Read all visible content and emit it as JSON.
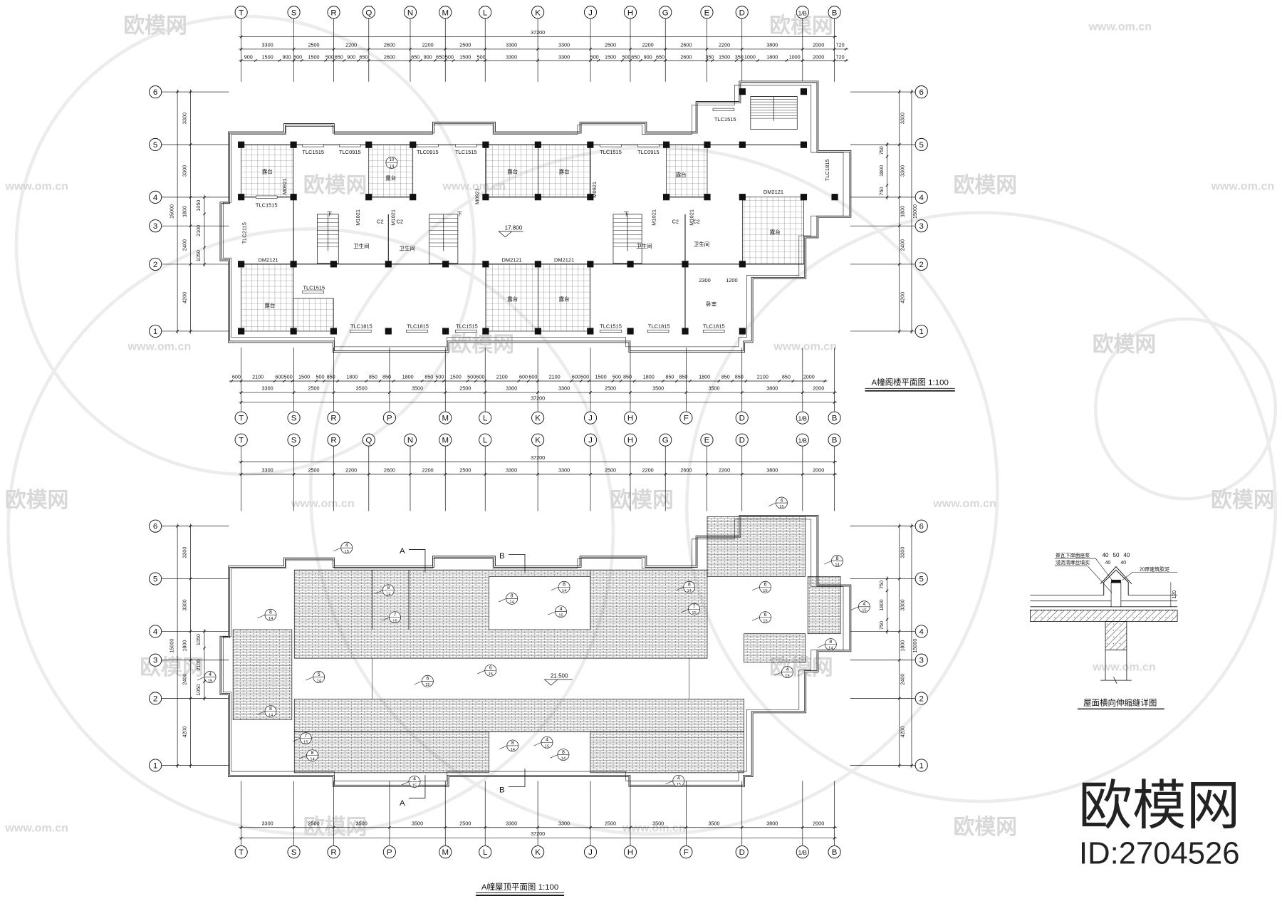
{
  "attic_plan": {
    "title": "A幢阁楼平面图 1:100",
    "elevation": "17.800",
    "labels": [
      "TLC1515",
      "TLC0915",
      "TLC0915",
      "TLC1515",
      "TLC1515",
      "TLC0915",
      "TLC1515",
      "TLC1815",
      "TLC1515",
      "TLC2115",
      "DM2121",
      "DM2121",
      "DM2121",
      "DM2121",
      "TLC1515",
      "TLC1815",
      "TLC1815",
      "TLC1515",
      "TLC1515",
      "TLC1815",
      "TLC1815",
      "M0921",
      "M0921",
      "M1021",
      "M1021",
      "M1021",
      "M1021",
      "M0921",
      "C2",
      "C2",
      "C2",
      "C2",
      "卫生间",
      "卫生间",
      "卫生间",
      "卫生间",
      "露台",
      "露台",
      "露台",
      "露台",
      "露台",
      "露台",
      "露台",
      "露台",
      "露台",
      "卧室",
      "下",
      "下",
      "下",
      "2300",
      "1200"
    ],
    "callouts": [
      {
        "top": "10",
        "bottom": "14"
      }
    ],
    "dims_top_total": [
      "37200"
    ],
    "dims_top_axis": [
      "3300",
      "2500",
      "2200",
      "2600",
      "2200",
      "2500",
      "3300",
      "3300",
      "2500",
      "2200",
      "2600",
      "2200",
      "3800",
      "2000",
      "720"
    ],
    "dims_top_detail": [
      "900",
      "1500",
      "900",
      "500",
      "1500",
      "500",
      "650",
      "900",
      "650",
      "2600",
      "650",
      "900",
      "650",
      "500",
      "1500",
      "500",
      "3300",
      "3300",
      "500",
      "1500",
      "500",
      "650",
      "900",
      "650",
      "2600",
      "350",
      "1500",
      "350",
      "1000",
      "1800",
      "1000",
      "2000",
      "720"
    ],
    "dims_bottom_detail": [
      "600",
      "2100",
      "600",
      "500",
      "1500",
      "500",
      "850",
      "1800",
      "850",
      "850",
      "1800",
      "850",
      "500",
      "1500",
      "500",
      "600",
      "2100",
      "600",
      "600",
      "2100",
      "600",
      "500",
      "1500",
      "500",
      "850",
      "1800",
      "850",
      "850",
      "1800",
      "850",
      "850",
      "2100",
      "850",
      "2000"
    ],
    "dims_bottom_axis": [
      "3300",
      "2500",
      "3500",
      "3500",
      "2500",
      "3300",
      "3300",
      "2500",
      "3500",
      "3500",
      "3800",
      "2000"
    ],
    "dims_bottom_total": [
      "37200"
    ]
  },
  "roof_plan": {
    "title": "A幢屋顶平面图 1:100",
    "elevation": "21.500",
    "section_marks": [
      "A",
      "A",
      "B",
      "B"
    ],
    "callouts": [
      {
        "top": "4",
        "bottom": "15"
      },
      {
        "top": "8",
        "bottom": "14"
      },
      {
        "top": "4",
        "bottom": "15"
      },
      {
        "top": "8",
        "bottom": "14"
      },
      {
        "top": "5",
        "bottom": "14"
      },
      {
        "top": "8",
        "bottom": "14"
      },
      {
        "top": "7",
        "bottom": "15"
      },
      {
        "top": "6",
        "bottom": "15"
      },
      {
        "top": "6",
        "bottom": "15"
      },
      {
        "top": "8",
        "bottom": "14"
      },
      {
        "top": "8",
        "bottom": "14"
      },
      {
        "top": "4",
        "bottom": "15"
      },
      {
        "top": "8",
        "bottom": "14"
      },
      {
        "top": "7",
        "bottom": "15"
      },
      {
        "top": "6",
        "bottom": "15"
      },
      {
        "top": "6",
        "bottom": "15"
      },
      {
        "top": "8",
        "bottom": "14"
      },
      {
        "top": "4",
        "bottom": "15"
      },
      {
        "top": "8",
        "bottom": "14"
      },
      {
        "top": "4",
        "bottom": "15"
      },
      {
        "top": "7",
        "bottom": "15"
      },
      {
        "top": "8",
        "bottom": "14"
      },
      {
        "top": "8",
        "bottom": "14"
      },
      {
        "top": "4",
        "bottom": "15"
      },
      {
        "top": "8",
        "bottom": "14"
      },
      {
        "top": "4",
        "bottom": "15"
      },
      {
        "top": "4",
        "bottom": "15"
      },
      {
        "top": "4",
        "bottom": "15"
      }
    ],
    "dims_top_total": [
      "37200"
    ],
    "dims_top_axis": [
      "3300",
      "2500",
      "2200",
      "2600",
      "2200",
      "2500",
      "3300",
      "3300",
      "2500",
      "2200",
      "2600",
      "2200",
      "3800",
      "2000"
    ],
    "dims_bottom_axis": [
      "3300",
      "2500",
      "3500",
      "3500",
      "2500",
      "3300",
      "3300",
      "2500",
      "3500",
      "3500",
      "3800",
      "2000"
    ],
    "dims_bottom_total": [
      "37200"
    ]
  },
  "axes": {
    "top": [
      "T",
      "S",
      "R",
      "Q",
      "N",
      "M",
      "L",
      "K",
      "J",
      "H",
      "G",
      "E",
      "D",
      "1/B",
      "B"
    ],
    "bottom": [
      "T",
      "S",
      "R",
      "P",
      "M",
      "L",
      "K",
      "J",
      "H",
      "F",
      "D",
      "1/B",
      "B"
    ],
    "rows": [
      "1",
      "2",
      "3",
      "4",
      "5",
      "6"
    ]
  },
  "vertical_dims": {
    "axis": [
      "4200",
      "2400",
      "1800",
      "3300",
      "3300"
    ],
    "total": [
      "15000"
    ],
    "left_inner": [
      "1050",
      "2100",
      "1050"
    ],
    "right_inner": [
      "750",
      "1800",
      "750"
    ]
  },
  "detail": {
    "title": "屋面横向伸缩缝详图",
    "notes": [
      "脊瓦下岸面座浆",
      "浸沥清麻丝填实",
      "20厚建筑胶泥"
    ],
    "dims": [
      "40",
      "50",
      "40"
    ],
    "dims_inner": [
      "40",
      "40"
    ],
    "thickness": "120"
  },
  "watermark": {
    "brand": "欧模网",
    "url": "www.om.cn"
  },
  "brand_mark": {
    "name": "欧模网",
    "id": "ID:2704526"
  }
}
